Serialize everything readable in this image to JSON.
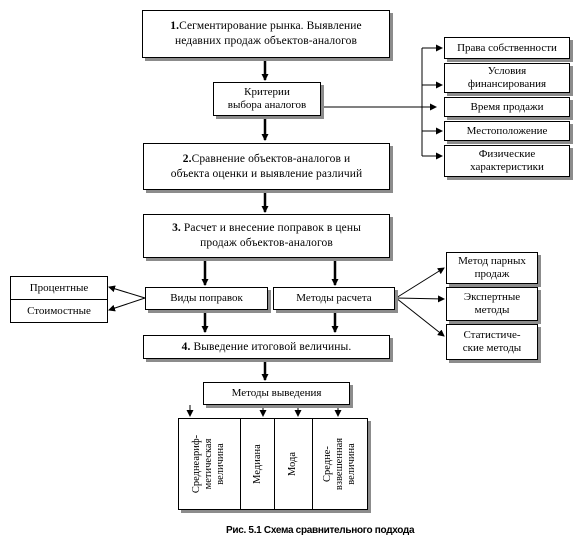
{
  "steps": {
    "step1": {
      "num": "1.",
      "text": "Сегментирование рынка. Выявление\nнедавних продаж объектов-аналогов"
    },
    "criteria": {
      "text": "Критерии\nвыбора аналогов"
    },
    "step2": {
      "num": "2.",
      "text": "Сравнение объектов-аналогов и\nобъекта оценки и выявление различий"
    },
    "step3": {
      "num": "3.",
      "text": "Расчет и внесение поправок в цены\nпродаж объектов-аналогов"
    },
    "step4": {
      "num": "4.",
      "text": "Выведение итоговой величины."
    }
  },
  "criteria_list": [
    "Права собственности",
    "Условия\nфинансирования",
    "Время продажи",
    "Местоположение",
    "Физические\nхарактеристики"
  ],
  "adjustments": {
    "kinds_label": "Виды поправок",
    "methods_label": "Методы расчета",
    "kinds": [
      "Процентные",
      "Стоимостные"
    ],
    "methods": [
      "Метод парных\nпродаж",
      "Экспертные\nметоды",
      "Статистиче-\nские методы"
    ]
  },
  "derivation": {
    "label": "Методы выведения",
    "methods": [
      "Среднеариф-\nметическая\nвеличина",
      "Медиана",
      "Мода",
      "Средне-\nвзвешенная\nвеличина"
    ]
  },
  "caption": "Рис. 5.1 Схема сравнительного подхода"
}
